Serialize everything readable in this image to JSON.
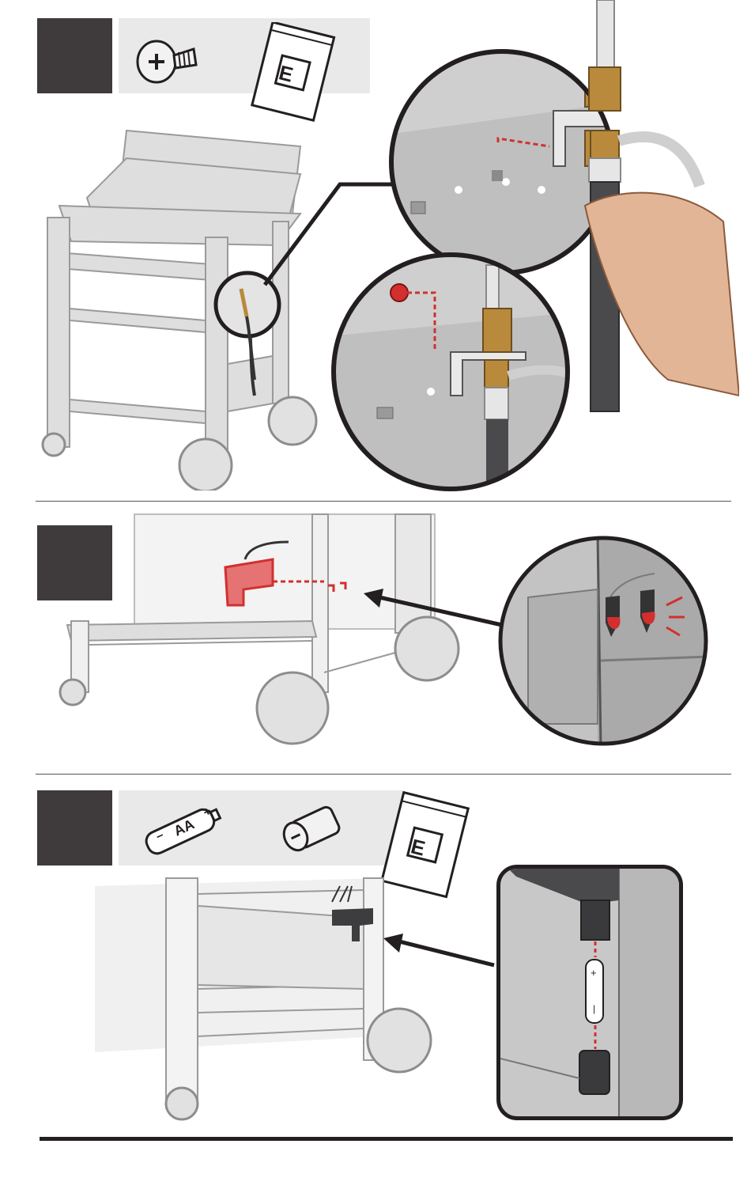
{
  "steps": [
    {
      "parts": [
        {
          "icon": "screw-icon"
        },
        {
          "icon": "hardware-bag-icon",
          "bag_label": "E"
        }
      ]
    },
    {
      "parts": []
    },
    {
      "parts": [
        {
          "icon": "aa-battery-icon",
          "battery_label": "AA",
          "minus": "–",
          "plus": "+"
        },
        {
          "icon": "ignition-cap-icon"
        },
        {
          "icon": "hardware-bag-icon",
          "bag_label": "E"
        }
      ],
      "detail_battery": {
        "plus": "+",
        "minus": "|"
      }
    }
  ],
  "colors": {
    "step_box": "#3f3a3b",
    "parts_bar": "#e9e9ea",
    "highlight_red": "#d32f2f",
    "brass": "#b98a3c",
    "hose": "#4a4a4c"
  }
}
